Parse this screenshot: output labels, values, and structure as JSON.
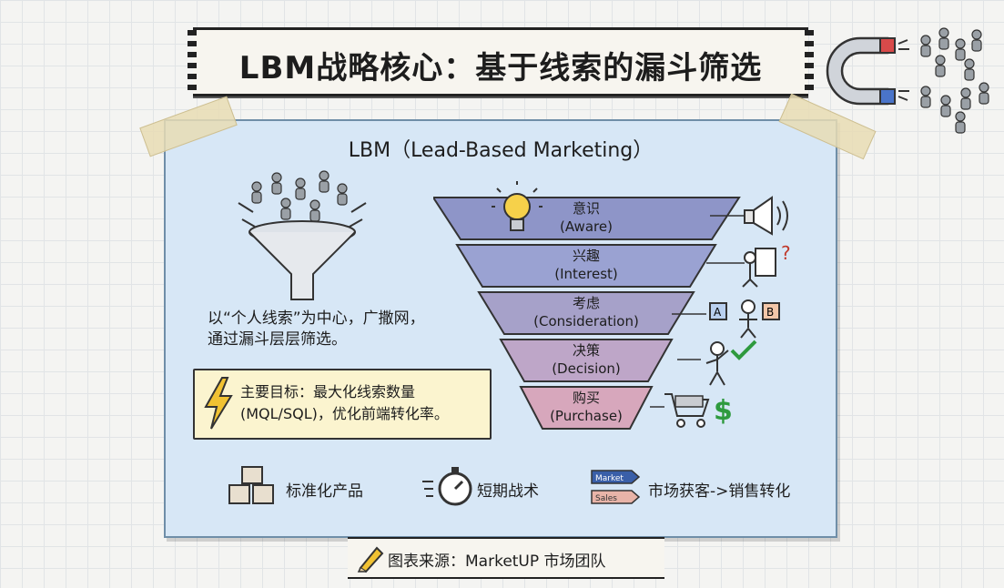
{
  "title": "LBM战略核心：基于线索的漏斗筛选",
  "subtitle": "LBM（Lead-Based Marketing）",
  "left_text": {
    "line1": "以“个人线索”为中心，广撒网，",
    "line2": "通过漏斗层层筛选。"
  },
  "goal": {
    "line1": "主要目标：最大化线索数量",
    "line2": "(MQL/SQL)，优化前端转化率。"
  },
  "funnel_stages": [
    {
      "cn": "意识",
      "en": "(Aware)",
      "color": "#8e95c8"
    },
    {
      "cn": "兴趣",
      "en": "(Interest)",
      "color": "#9aa2d2"
    },
    {
      "cn": "考虑",
      "en": "(Consideration)",
      "color": "#a6a1c9"
    },
    {
      "cn": "决策",
      "en": "(Decision)",
      "color": "#bea6c8"
    },
    {
      "cn": "购买",
      "en": "(Purchase)",
      "color": "#d7a7bc"
    }
  ],
  "features": [
    {
      "label": "标准化产品",
      "icon": "boxes-icon"
    },
    {
      "label": "短期战术",
      "icon": "stopwatch-icon"
    },
    {
      "label": "市场获客->销售转化",
      "icon": "market-sales-arrows-icon"
    }
  ],
  "arrow_labels": {
    "market": "Market",
    "sales": "Sales"
  },
  "source": "图表来源：MarketUP 市场团队"
}
